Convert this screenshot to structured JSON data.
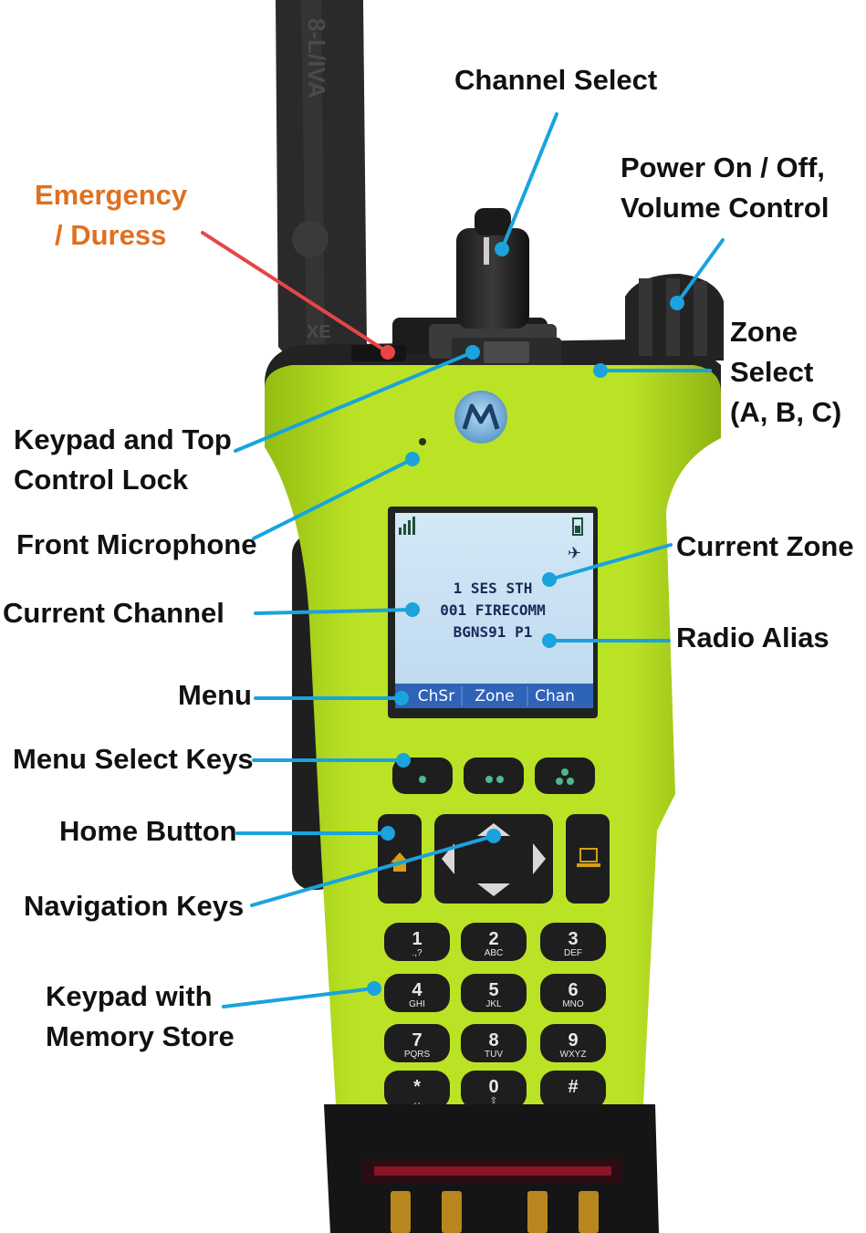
{
  "labels": {
    "channel_select": "Channel Select",
    "emergency_line1": "Emergency",
    "emergency_line2": "/ Duress",
    "power_line1": "Power On / Off,",
    "power_line2": "Volume Control",
    "zone_line1": "Zone",
    "zone_line2": "Select",
    "zone_line3": "(A, B, C)",
    "keypad_lock_line1": "Keypad and Top",
    "keypad_lock_line2": "Control Lock",
    "front_microphone": "Front Microphone",
    "current_zone": "Current Zone",
    "current_channel": "Current Channel",
    "radio_alias": "Radio Alias",
    "menu": "Menu",
    "menu_select_keys": "Menu Select Keys",
    "home_button": "Home Button",
    "navigation_keys": "Navigation Keys",
    "keypad_line1": "Keypad with",
    "keypad_line2": "Memory Store"
  },
  "display": {
    "zone": "1 SES STH",
    "channel": "001 FIRECOMM",
    "alias": "BGNS91 P1",
    "softkeys": [
      "ChSr",
      "Zone",
      "Chan"
    ]
  },
  "antenna_text": "8-L/IVA",
  "antenna_badge": "XE",
  "keypad": {
    "keys": [
      {
        "num": "1",
        "letters": ".,?"
      },
      {
        "num": "2",
        "letters": "ABC"
      },
      {
        "num": "3",
        "letters": "DEF"
      },
      {
        "num": "4",
        "letters": "GHI"
      },
      {
        "num": "5",
        "letters": "JKL"
      },
      {
        "num": "6",
        "letters": "MNO"
      },
      {
        "num": "7",
        "letters": "PQRS"
      },
      {
        "num": "8",
        "letters": "TUV"
      },
      {
        "num": "9",
        "letters": "WXYZ"
      },
      {
        "num": "*",
        "letters": "␣"
      },
      {
        "num": "0",
        "letters": "⇧"
      },
      {
        "num": "#",
        "letters": ""
      }
    ]
  },
  "colors": {
    "radio_body": "#b8e21e",
    "leader_line": "#1aa3dc",
    "emergency_leader": "#e84545",
    "emergency_text": "#e07020",
    "softkey_bar": "#2f63b8"
  },
  "icons": [
    "motorola-logo-icon",
    "signal-icon",
    "battery-icon",
    "home-icon",
    "computer-icon",
    "navigation-arrows-icon"
  ]
}
